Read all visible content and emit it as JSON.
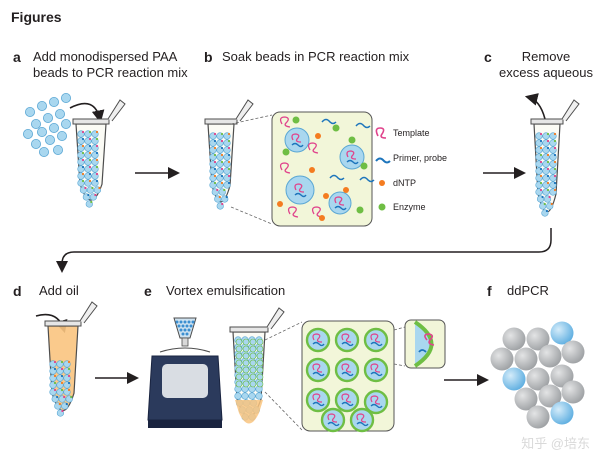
{
  "figure": {
    "title": "Figures",
    "panels": [
      {
        "letter": "a",
        "text": "Add monodispersed PAA\nbeads to PCR reaction mix"
      },
      {
        "letter": "b",
        "text": "Soak beads in PCR reaction mix"
      },
      {
        "letter": "c",
        "text": "Remove\nexcess aqueous"
      },
      {
        "letter": "d",
        "text": "Add oil"
      },
      {
        "letter": "e",
        "text": "Vortex emulsification"
      },
      {
        "letter": "f",
        "text": "ddPCR"
      }
    ],
    "legend": [
      {
        "label": "Template",
        "icon": "template-loop-icon",
        "color": "#e0448c"
      },
      {
        "label": "Primer, probe",
        "icon": "primer-squiggle-icon",
        "color": "#1d75bc"
      },
      {
        "label": "dNTP",
        "icon": "dntp-dot-icon",
        "color": "#f47c20"
      },
      {
        "label": "Enzyme",
        "icon": "enzyme-dot-icon",
        "color": "#6fbe44"
      }
    ],
    "watermark": "知乎 @培东"
  },
  "colors": {
    "bead": "#a9d7ef",
    "bead_stroke": "#5aa7d4",
    "tube_stroke": "#4d4d4d",
    "mix_bg": "#f2f6d9",
    "oil": "#f9c47f",
    "vortex": "#2b3a5c",
    "grey_drop": "#b8bbbd",
    "blue_drop": "#7fc3ea",
    "arrow": "#231f20"
  }
}
